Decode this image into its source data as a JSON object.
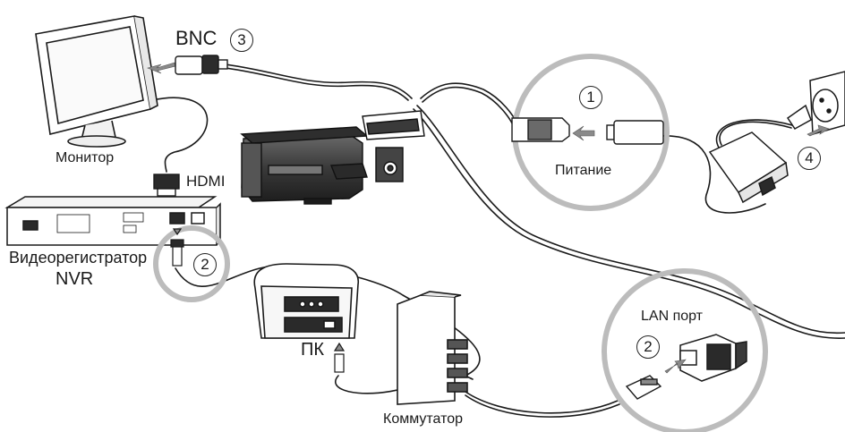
{
  "labels": {
    "bnc": "BNC",
    "monitor": "Монитор",
    "hdmi": "HDMI",
    "nvr_line1": "Видеорегистратор",
    "nvr_line2": "NVR",
    "power": "Питание",
    "pc": "ПК",
    "switch": "Коммутатор",
    "lan_port": "LAN порт"
  },
  "badges": {
    "bnc_step": "3",
    "power_step": "1",
    "nvr_lan_step": "2",
    "lan_port_step": "2",
    "socket_step": "4"
  },
  "colors": {
    "line": "#1a1a1a",
    "highlight_ring": "#bcbcbc",
    "arrow": "#8a8a8a",
    "camera_body": "#3a3a3a"
  }
}
